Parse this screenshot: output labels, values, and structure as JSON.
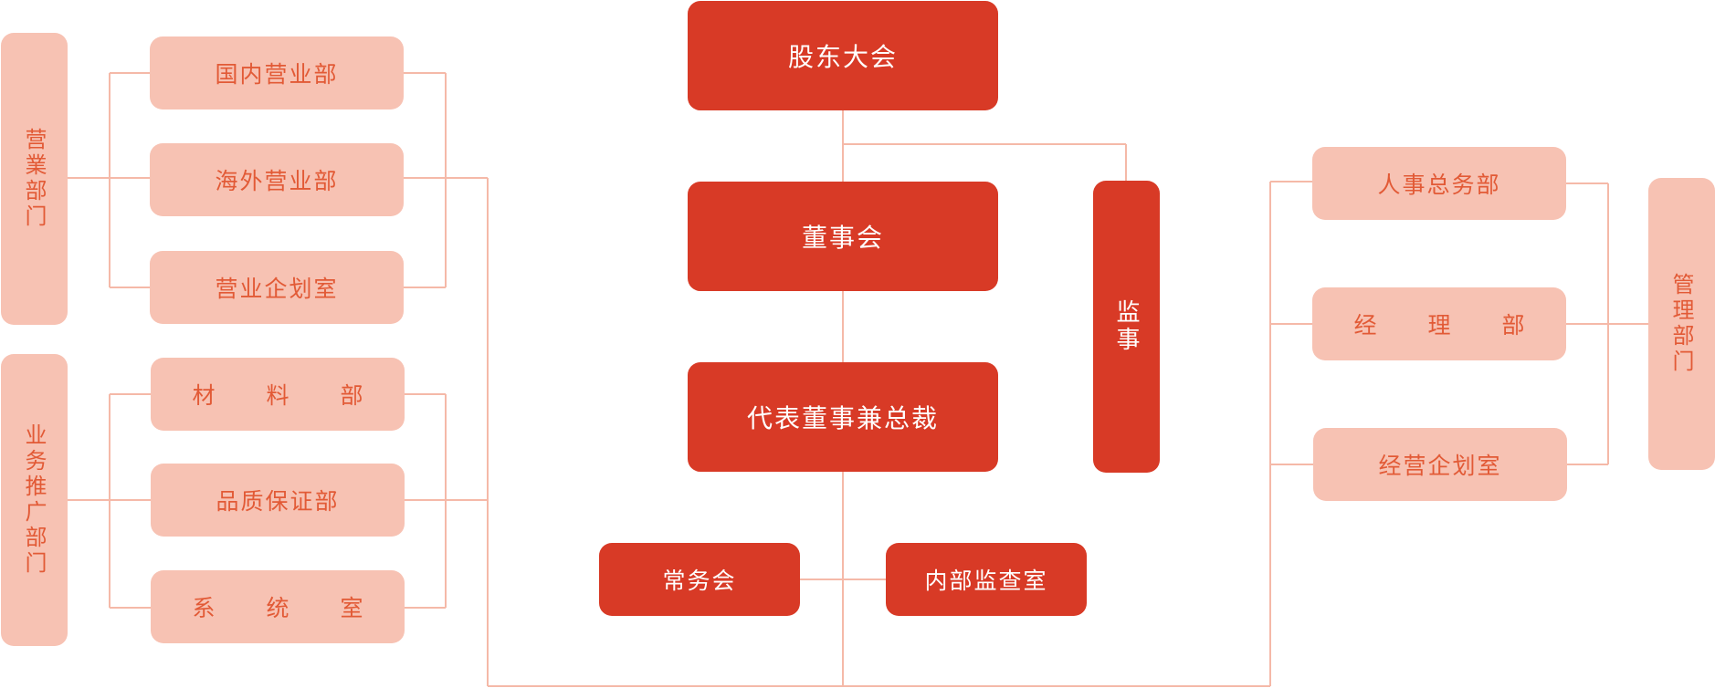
{
  "colors": {
    "primary": "#d83a26",
    "secondary": "#f7c2b3",
    "secondary_text": "#e25a36",
    "connector": "#f5b9a8"
  },
  "center": {
    "shareholders": "股东大会",
    "board": "董事会",
    "president": "代表董事兼总裁",
    "auditor": "监事",
    "standing_committee": "常务会",
    "internal_audit": "内部监查室"
  },
  "left": {
    "sales_group": "营業部门",
    "sales_units": [
      "国内营业部",
      "海外营业部",
      "营业企划室"
    ],
    "promotion_group": "业务推广部门",
    "promotion_units": [
      "材 料 部",
      "品质保证部",
      "系 统 室"
    ]
  },
  "right": {
    "management_group": "管理部门",
    "management_units": [
      "人事总务部",
      "经 理 部",
      "经营企划室"
    ]
  }
}
